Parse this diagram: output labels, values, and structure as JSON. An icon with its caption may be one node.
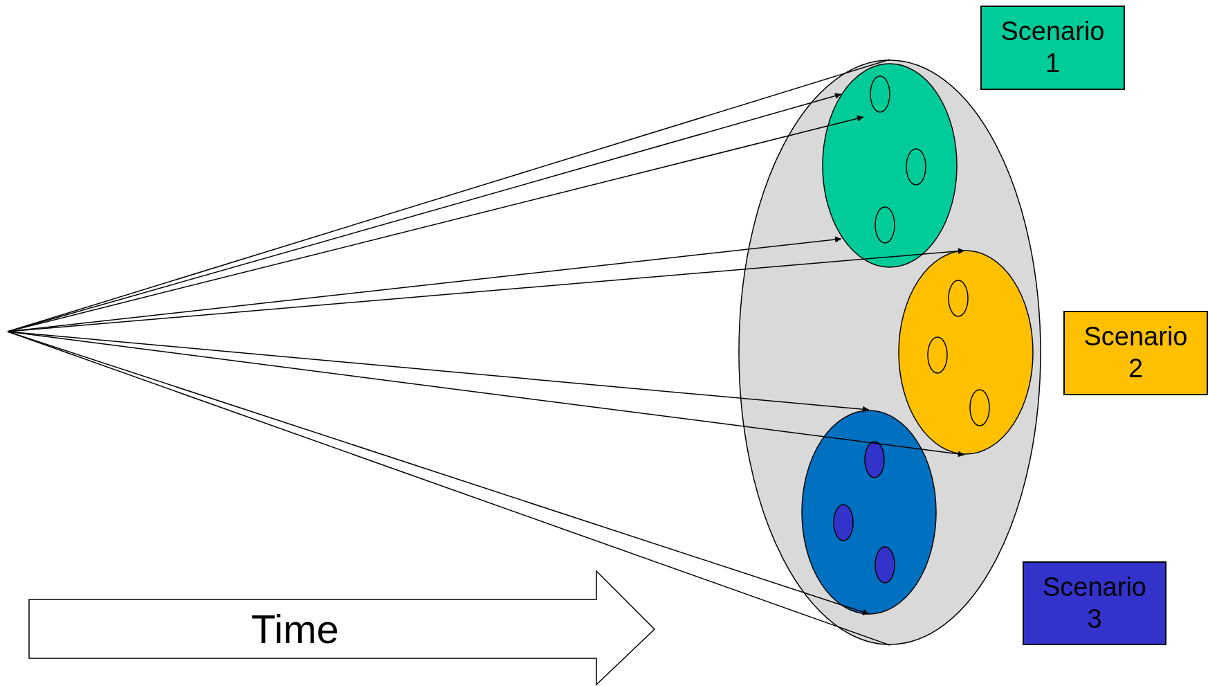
{
  "diagram": {
    "nodes": [
      {
        "text": [],
        "shape": "ellipse"
      },
      {
        "text": [],
        "shape": "ellipse",
        "in": 0
      },
      {
        "text": [],
        "shape": "ellipse",
        "in": 1
      },
      {
        "text": [],
        "shape": "ellipse",
        "in": 1
      },
      {
        "text": [],
        "shape": "ellipse",
        "in": 1
      },
      {
        "text": [],
        "shape": "ellipse",
        "in": 0
      },
      {
        "text": [],
        "shape": "ellipse",
        "in": 5
      },
      {
        "text": [],
        "shape": "ellipse",
        "in": 5
      },
      {
        "text": [],
        "shape": "ellipse",
        "in": 5
      },
      {
        "text": [],
        "shape": "ellipse",
        "in": 0
      },
      {
        "text": [],
        "shape": "ellipse",
        "in": 9
      },
      {
        "text": [],
        "shape": "ellipse",
        "in": 9
      },
      {
        "text": [],
        "shape": "ellipse",
        "in": 9
      },
      {
        "text": [
          "Scenario 1"
        ]
      },
      {
        "text": [
          "Scenario 2"
        ]
      },
      {
        "text": [
          "Scenario 3"
        ]
      },
      {
        "text": [
          "Time"
        ]
      }
    ],
    "edges": [
      {
        "from": null,
        "to": 0,
        "arrow": "none"
      },
      {
        "from": null,
        "to": 1,
        "arrow": "to"
      },
      {
        "from": null,
        "to": 1,
        "arrow": "to"
      },
      {
        "from": null,
        "to": 1,
        "arrow": "to"
      },
      {
        "from": null,
        "to": 5,
        "arrow": "to"
      },
      {
        "from": null,
        "to": 9,
        "arrow": "to"
      },
      {
        "from": null,
        "to": 5,
        "arrow": "to"
      },
      {
        "from": null,
        "to": 9,
        "arrow": "to"
      },
      {
        "from": null,
        "to": 0,
        "arrow": "none"
      }
    ]
  }
}
